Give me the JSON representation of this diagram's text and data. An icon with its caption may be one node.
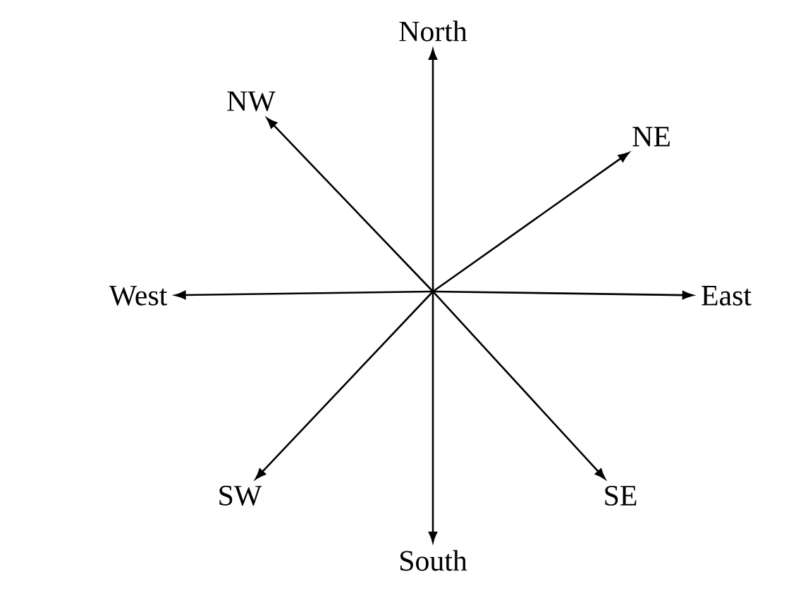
{
  "diagram": {
    "nodes": [
      {
        "text": [
          "North"
        ]
      },
      {
        "text": [
          "NW"
        ]
      },
      {
        "text": [
          "NE"
        ]
      },
      {
        "text": [
          "West"
        ]
      },
      {
        "text": [
          "East"
        ]
      },
      {
        "text": [
          "SW"
        ]
      },
      {
        "text": [
          "SE"
        ]
      },
      {
        "text": [
          "South"
        ]
      }
    ],
    "edges": [
      {
        "from": null,
        "to": 0,
        "arrow": "to"
      },
      {
        "from": null,
        "to": 1,
        "arrow": "to"
      },
      {
        "from": null,
        "to": 2,
        "arrow": "to"
      },
      {
        "from": null,
        "to": 3,
        "arrow": "to"
      },
      {
        "from": null,
        "to": 4,
        "arrow": "to"
      },
      {
        "from": null,
        "to": 5,
        "arrow": "to"
      },
      {
        "from": null,
        "to": 6,
        "arrow": "to"
      },
      {
        "from": null,
        "to": 7,
        "arrow": "to"
      }
    ]
  }
}
